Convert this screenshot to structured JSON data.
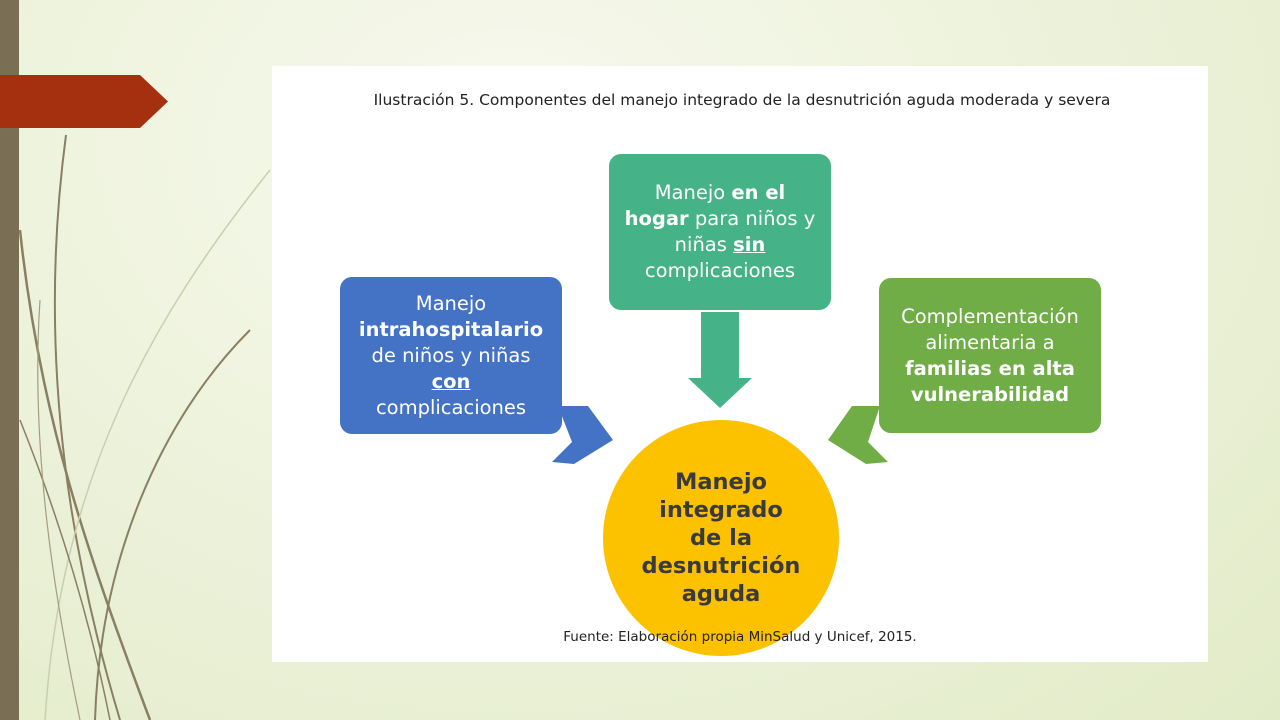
{
  "caption": "Ilustración 5. Componentes del manejo integrado de la desnutrición aguda moderada y severa",
  "boxes": {
    "left": {
      "line1": "Manejo",
      "line2": "intrahospitalario",
      "line3": "de niños y niñas",
      "line4": "con",
      "line5": "complicaciones"
    },
    "top": {
      "line1a": "Manejo ",
      "line1b": "en el",
      "line2a": "hogar",
      "line2b": " para niños y",
      "line3a": "niñas ",
      "line3b": "sin",
      "line4": "complicaciones"
    },
    "right": {
      "line1": "Complementación",
      "line2": "alimentaria a",
      "line3": "familias en alta",
      "line4": "vulnerabilidad"
    }
  },
  "center": {
    "line1": "Manejo",
    "line2": "integrado",
    "line3": "de la",
    "line4": "desnutrición",
    "line5": "aguda"
  },
  "source": "Fuente: Elaboración propia MinSalud y Unicef, 2015.",
  "colors": {
    "blue": "#4472c4",
    "teal": "#45b387",
    "green": "#70ad47",
    "yellow": "#fcc200",
    "accent_red": "#a5300f"
  }
}
